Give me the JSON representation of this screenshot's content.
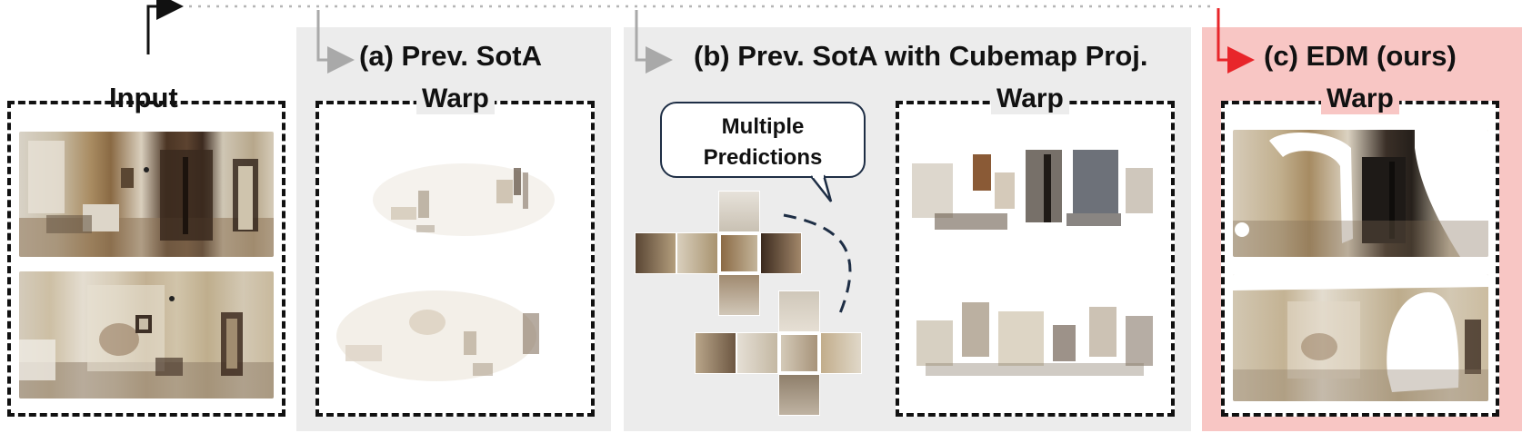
{
  "panels": {
    "input": {
      "title": "Input"
    },
    "a": {
      "title": "(a) Prev. SotA",
      "warp": "Warp"
    },
    "b": {
      "title": "(b) Prev. SotA with Cubemap Proj.",
      "warp": "Warp",
      "callout_line1": "Multiple",
      "callout_line2": "Predictions"
    },
    "c": {
      "title": "(c) EDM (ours)",
      "warp": "Warp"
    }
  },
  "colors": {
    "panel_gray": "#ececec",
    "panel_pink": "#f8c6c4",
    "arrow_red": "#e8252a",
    "arrow_gray": "#a9a9a9",
    "callout_border": "#1e2e45"
  }
}
